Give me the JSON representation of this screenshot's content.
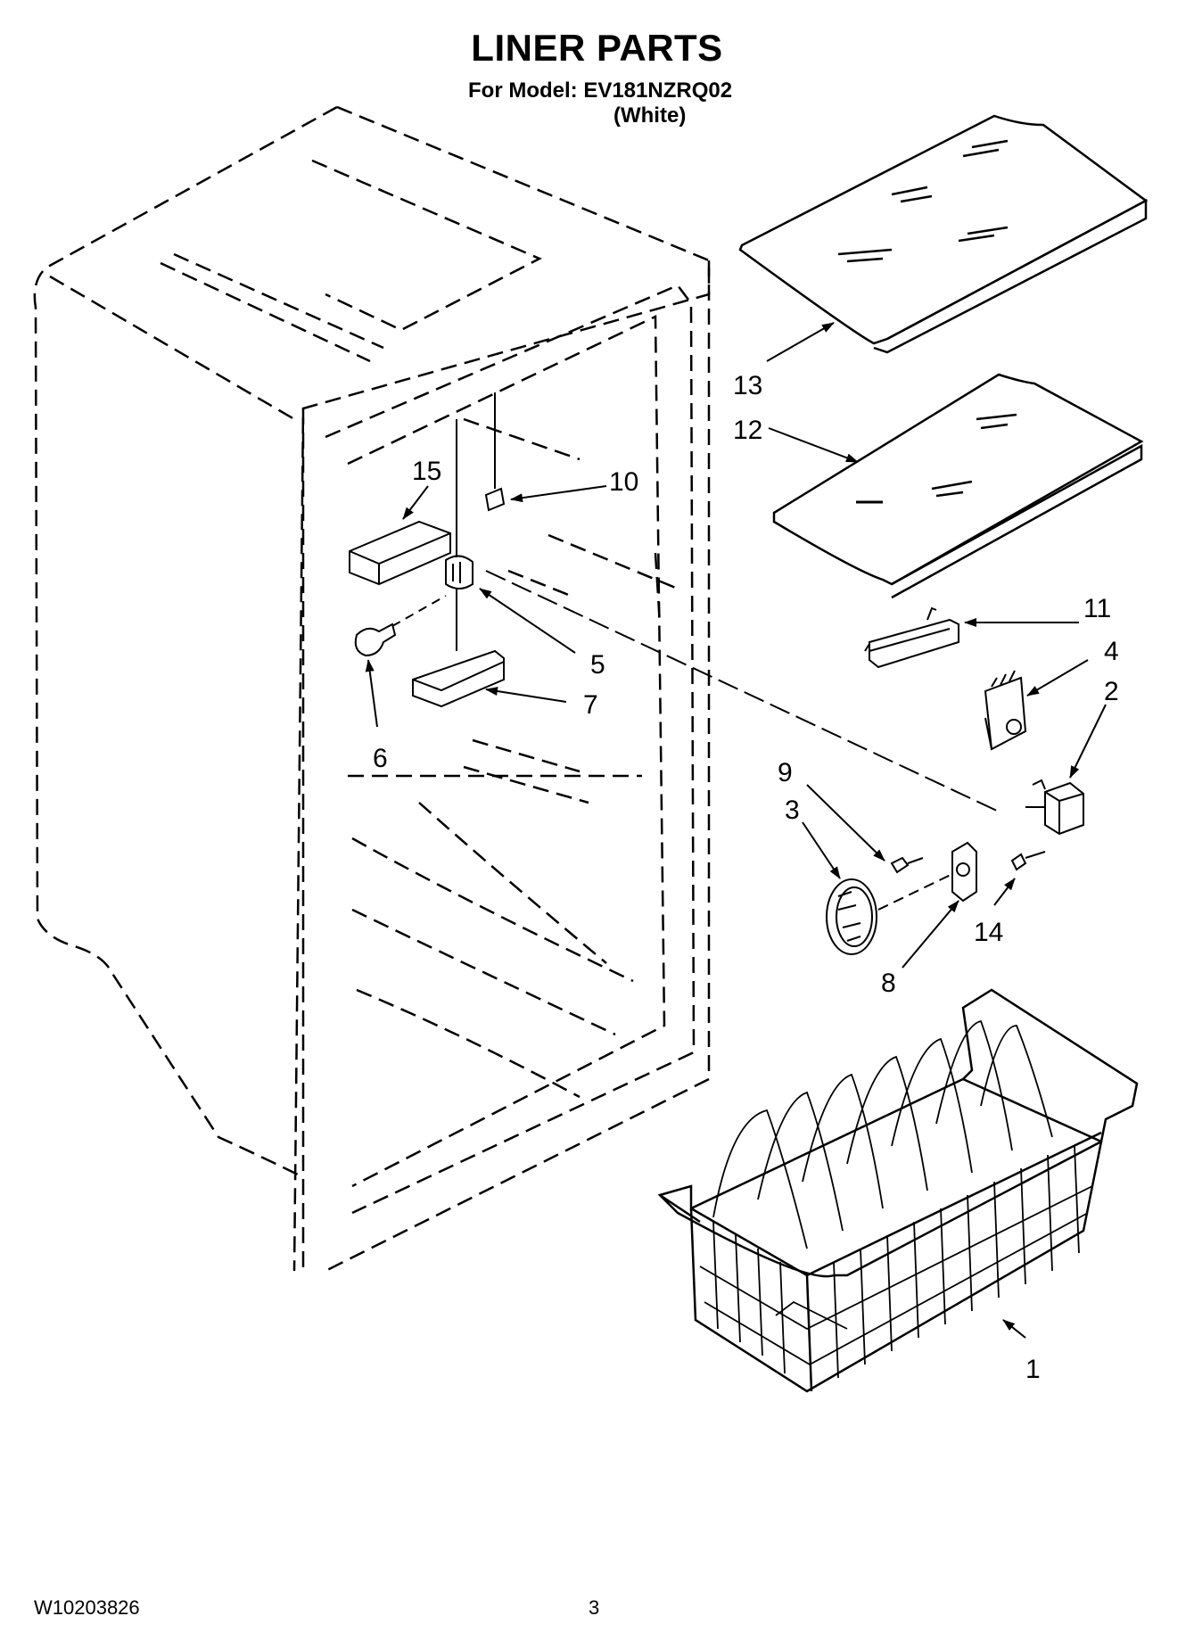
{
  "header": {
    "title": "LINER PARTS",
    "model_line": "For Model: EV181NZRQ02",
    "variant": "(White)"
  },
  "footer": {
    "document_code": "W10203826",
    "page_number": "3"
  },
  "callouts": [
    {
      "id": "13",
      "label": "13"
    },
    {
      "id": "12",
      "label": "12"
    },
    {
      "id": "15",
      "label": "15"
    },
    {
      "id": "10",
      "label": "10"
    },
    {
      "id": "11",
      "label": "11"
    },
    {
      "id": "4",
      "label": "4"
    },
    {
      "id": "5",
      "label": "5"
    },
    {
      "id": "2",
      "label": "2"
    },
    {
      "id": "7",
      "label": "7"
    },
    {
      "id": "6",
      "label": "6"
    },
    {
      "id": "9",
      "label": "9"
    },
    {
      "id": "3",
      "label": "3"
    },
    {
      "id": "14",
      "label": "14"
    },
    {
      "id": "8",
      "label": "8"
    },
    {
      "id": "1",
      "label": "1"
    }
  ]
}
